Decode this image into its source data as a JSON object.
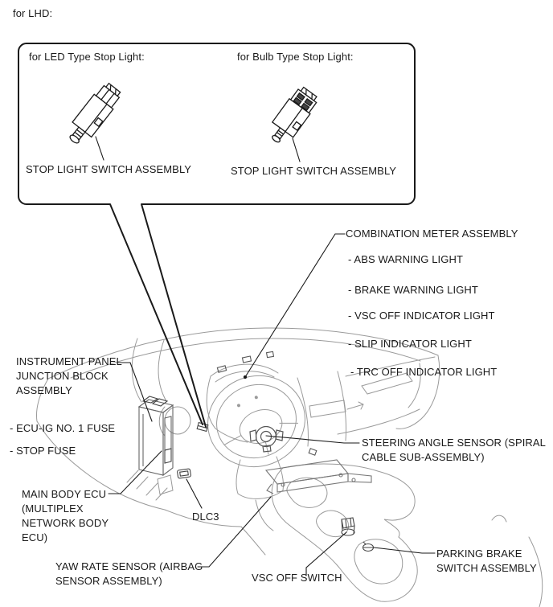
{
  "diagram": {
    "variant_note": "for LHD:",
    "inset": {
      "led_heading": "for LED Type Stop Light:",
      "bulb_heading": "for Bulb Type Stop Light:",
      "led_part_label": "STOP LIGHT SWITCH ASSEMBLY",
      "bulb_part_label": "STOP LIGHT SWITCH ASSEMBLY"
    },
    "callouts": {
      "combination_meter": "COMBINATION METER ASSEMBLY",
      "abs_warning_light": "- ABS WARNING LIGHT",
      "brake_warning_light": "- BRAKE WARNING LIGHT",
      "vsc_off_indicator_light": "- VSC OFF INDICATOR LIGHT",
      "slip_indicator_light": "- SLIP INDICATOR LIGHT",
      "trc_off_indicator_light": "- TRC OFF INDICATOR LIGHT",
      "instrument_panel_junction_block": "INSTRUMENT PANEL\nJUNCTION BLOCK\nASSEMBLY",
      "ecu_ig_no1_fuse": "- ECU-IG NO. 1 FUSE",
      "stop_fuse": "- STOP FUSE",
      "main_body_ecu": "MAIN BODY ECU\n(MULTIPLEX\nNETWORK BODY\nECU)",
      "dlc3": "DLC3",
      "yaw_rate_sensor": "YAW RATE SENSOR (AIRBAG\nSENSOR ASSEMBLY)",
      "vsc_off_switch": "VSC OFF SWITCH",
      "steering_angle_sensor": "STEERING ANGLE SENSOR (SPIRAL\nCABLE SUB-ASSEMBLY)",
      "parking_brake_switch": "PARKING BRAKE\nSWITCH ASSEMBLY"
    },
    "colors": {
      "callout_line": "#1a1a1a",
      "artwork_line": "#9a9a9a",
      "component_line": "#666666",
      "background": "#ffffff"
    }
  }
}
